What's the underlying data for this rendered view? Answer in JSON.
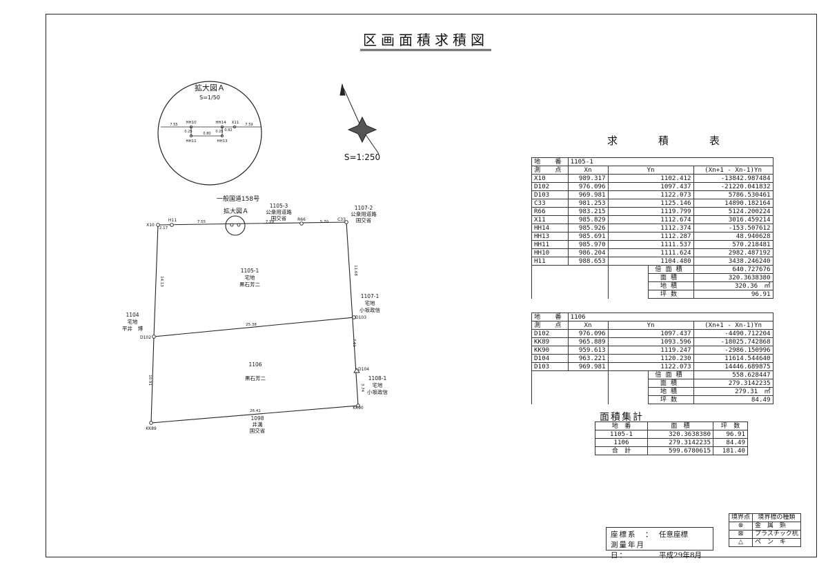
{
  "title": "区画面積求積図",
  "detail": {
    "title": "拡大図Ａ",
    "scale": "S=1/50",
    "labels": [
      "HH10",
      "HH14",
      "X11",
      "HH11",
      "HH13"
    ],
    "dims": [
      "7.55",
      "0.25",
      "0.80",
      "0.25",
      "0.92",
      "7.59"
    ]
  },
  "north_scale": "S=1:250",
  "plan": {
    "road_name": "一般国道158号",
    "detail_ref": "拡大図Ａ",
    "adj_top": [
      "1105-3",
      "公衆用道路",
      "国交省"
    ],
    "adj_top_right": [
      "1107-2",
      "公衆用道路",
      "国交省"
    ],
    "adj_right1": [
      "1107-1",
      "宅地",
      "小坂政信"
    ],
    "adj_right2": [
      "1108-1",
      "宅地",
      "小坂政信"
    ],
    "adj_left": [
      "1104",
      "宅地",
      "平井　博"
    ],
    "adj_bottom": [
      "1098",
      "井溝",
      "国交省"
    ],
    "lot1": [
      "1105-1",
      "宅地",
      "黒石芳二"
    ],
    "lot2": [
      "1106",
      "黒石芳二"
    ],
    "points": [
      "X10",
      "H11",
      "R66",
      "C33",
      "D103",
      "D104",
      "KK90",
      "KK89",
      "D102"
    ],
    "dims": [
      "2.17",
      "7.55",
      "7.59",
      "5.70",
      "11.68",
      "14.13",
      "25.38",
      "7.61",
      "3.74",
      "26.41",
      "10.91"
    ]
  },
  "calc_title": "求　積　表",
  "table1": {
    "chiban_label": "地　番",
    "chiban": "1105-1",
    "headers": [
      "測　点",
      "Xn",
      "Yn",
      "(Xn+1 - Xn-1)Yn"
    ],
    "rows": [
      [
        "X10",
        "989.317",
        "1102.412",
        "-13842.987484"
      ],
      [
        "D102",
        "976.096",
        "1097.437",
        "-21220.041832"
      ],
      [
        "D103",
        "969.981",
        "1122.073",
        "5786.530461"
      ],
      [
        "C33",
        "981.253",
        "1125.146",
        "14890.182164"
      ],
      [
        "R66",
        "983.215",
        "1119.799",
        "5124.200224"
      ],
      [
        "X11",
        "985.829",
        "1112.674",
        "3016.459214"
      ],
      [
        "HH14",
        "985.926",
        "1112.374",
        "-153.507612"
      ],
      [
        "HH13",
        "985.691",
        "1112.287",
        "48.940628"
      ],
      [
        "HH11",
        "985.970",
        "1111.537",
        "570.218481"
      ],
      [
        "HH10",
        "986.204",
        "1111.624",
        "2982.487192"
      ],
      [
        "H11",
        "988.653",
        "1104.480",
        "3438.246240"
      ]
    ],
    "totals": [
      [
        "倍面積",
        "640.727676"
      ],
      [
        "面積",
        "320.3638380"
      ],
      [
        "地積",
        "320.36　㎡"
      ],
      [
        "坪数",
        "96.91"
      ]
    ]
  },
  "table2": {
    "chiban_label": "地　番",
    "chiban": "1106",
    "headers": [
      "測　点",
      "Xn",
      "Yn",
      "(Xn+1 - Xn-1)Yn"
    ],
    "rows": [
      [
        "D102",
        "976.096",
        "1097.437",
        "-4490.712204"
      ],
      [
        "KK89",
        "965.889",
        "1093.596",
        "-18025.742868"
      ],
      [
        "KK90",
        "959.613",
        "1119.247",
        "-2986.150996"
      ],
      [
        "D104",
        "963.221",
        "1120.230",
        "11614.544640"
      ],
      [
        "D103",
        "969.981",
        "1122.073",
        "14446.689875"
      ]
    ],
    "totals": [
      [
        "倍面積",
        "558.628447"
      ],
      [
        "面積",
        "279.3142235"
      ],
      [
        "地積",
        "279.31　㎡"
      ],
      [
        "坪数",
        "84.49"
      ]
    ]
  },
  "summary": {
    "title": "面積集計",
    "headers": [
      "地　番",
      "面　積",
      "坪　数"
    ],
    "rows": [
      [
        "1105-1",
        "320.3638380",
        "96.91"
      ],
      [
        "1106",
        "279.3142235",
        "84.49"
      ]
    ],
    "total": [
      "合　計",
      "599.6780615",
      "181.40"
    ]
  },
  "legend": {
    "headers": [
      "境界点",
      "境界標の種類"
    ],
    "rows": [
      [
        "⊗",
        "金　属　鋲"
      ],
      [
        "⊠",
        "プラスチック杭"
      ],
      [
        "△",
        "ペ　ン　キ"
      ]
    ]
  },
  "coord": {
    "system_label": "座標系　：",
    "system": "任意座標",
    "date_label": "測量年月日：",
    "date": "平成29年8月"
  }
}
